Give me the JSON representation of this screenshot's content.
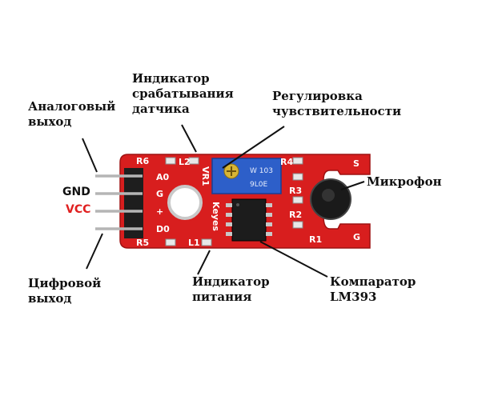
{
  "labels": {
    "analog_out": "Аналоговый\nвыход",
    "trigger_led": "Индикатор\nсрабатывания\nдатчика",
    "sensitivity": "Регулировка\nчувствительности",
    "microphone": "Микрофон",
    "digital_out": "Цифровой\nвыход",
    "power_led": "Индикатор\nпитания",
    "comparator": "Компаратор\nLM393"
  },
  "pins": {
    "gnd": "GND",
    "vcc": "VCC"
  },
  "board_text": {
    "r6": "R6",
    "l2": "L2",
    "r4": "R4",
    "r5": "R5",
    "r3": "R3",
    "r2": "R2",
    "r1": "R1",
    "l1": "L1",
    "vr1": "VR1",
    "a0": "A0",
    "g": "G",
    "plus": "+",
    "d0": "D0",
    "s": "S",
    "g_right": "G",
    "keyes": "Keyes",
    "pot_top": "W 103",
    "pot_bottom": "9L0E"
  },
  "colors": {
    "board": "#d81e1e",
    "vcc_text": "#e02020",
    "gnd_text": "#111111",
    "pot_body": "#2d5fc9",
    "chip": "#1c1c1c"
  }
}
